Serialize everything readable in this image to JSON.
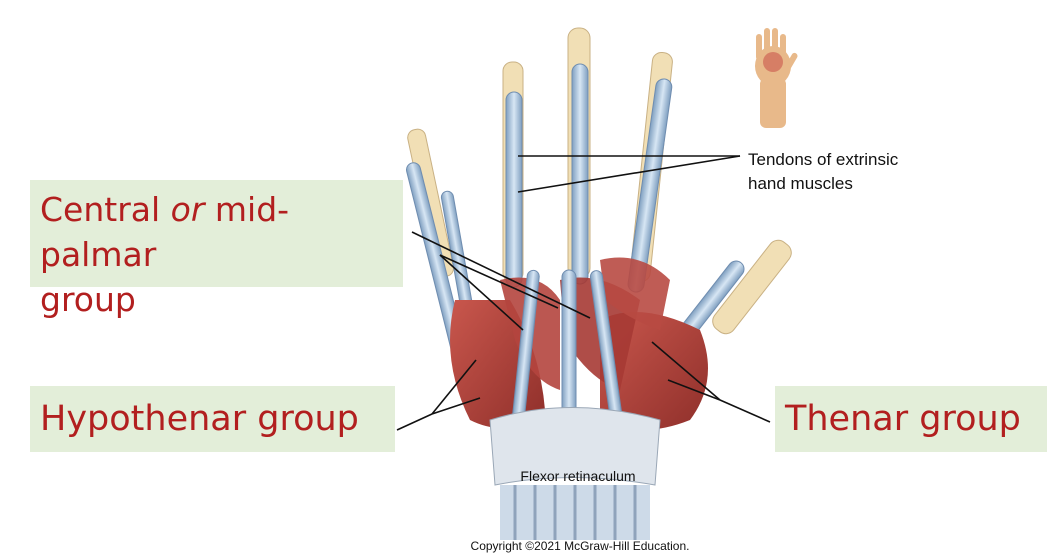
{
  "labels": {
    "central_part1": "Central ",
    "central_or": "or",
    "central_part2": " mid-palmar",
    "central_line2": "group",
    "hypothenar": "Hypothenar group",
    "thenar": "Thenar group",
    "tendons_line1": "Tendons of extrinsic",
    "tendons_line2": "hand muscles",
    "flexor": "Flexor retinaculum"
  },
  "copyright": "Copyright ©2021 McGraw-Hill Education.",
  "colors": {
    "label_text": "#b21f1f",
    "label_background": "#e3eed9",
    "muscle": "#b4453e",
    "tendon": "#a9c3dc",
    "bone": "#f1dfb5",
    "skin": "#e8b98a"
  }
}
